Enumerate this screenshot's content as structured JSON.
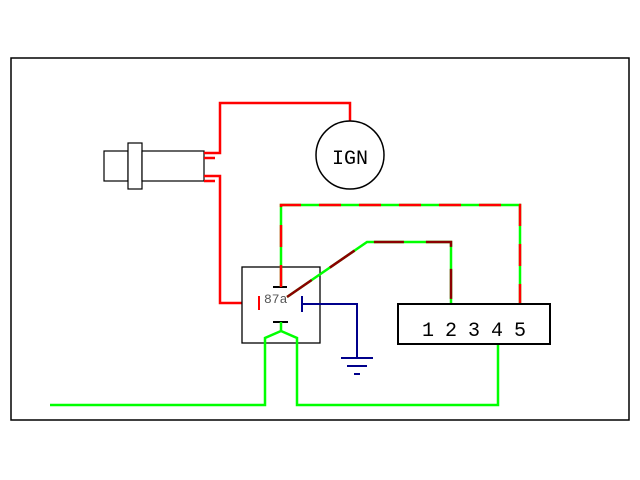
{
  "ignition": {
    "label": "IGN"
  },
  "relay": {
    "label": "87a"
  },
  "connector": {
    "pins": [
      "1",
      "2",
      "3",
      "4",
      "5"
    ]
  },
  "colors": {
    "frame": "#000000",
    "red_wire": "#ff0000",
    "green_wire": "#00ff00",
    "dark_red_wire": "#8b0000",
    "ground_wire": "#00008b"
  }
}
